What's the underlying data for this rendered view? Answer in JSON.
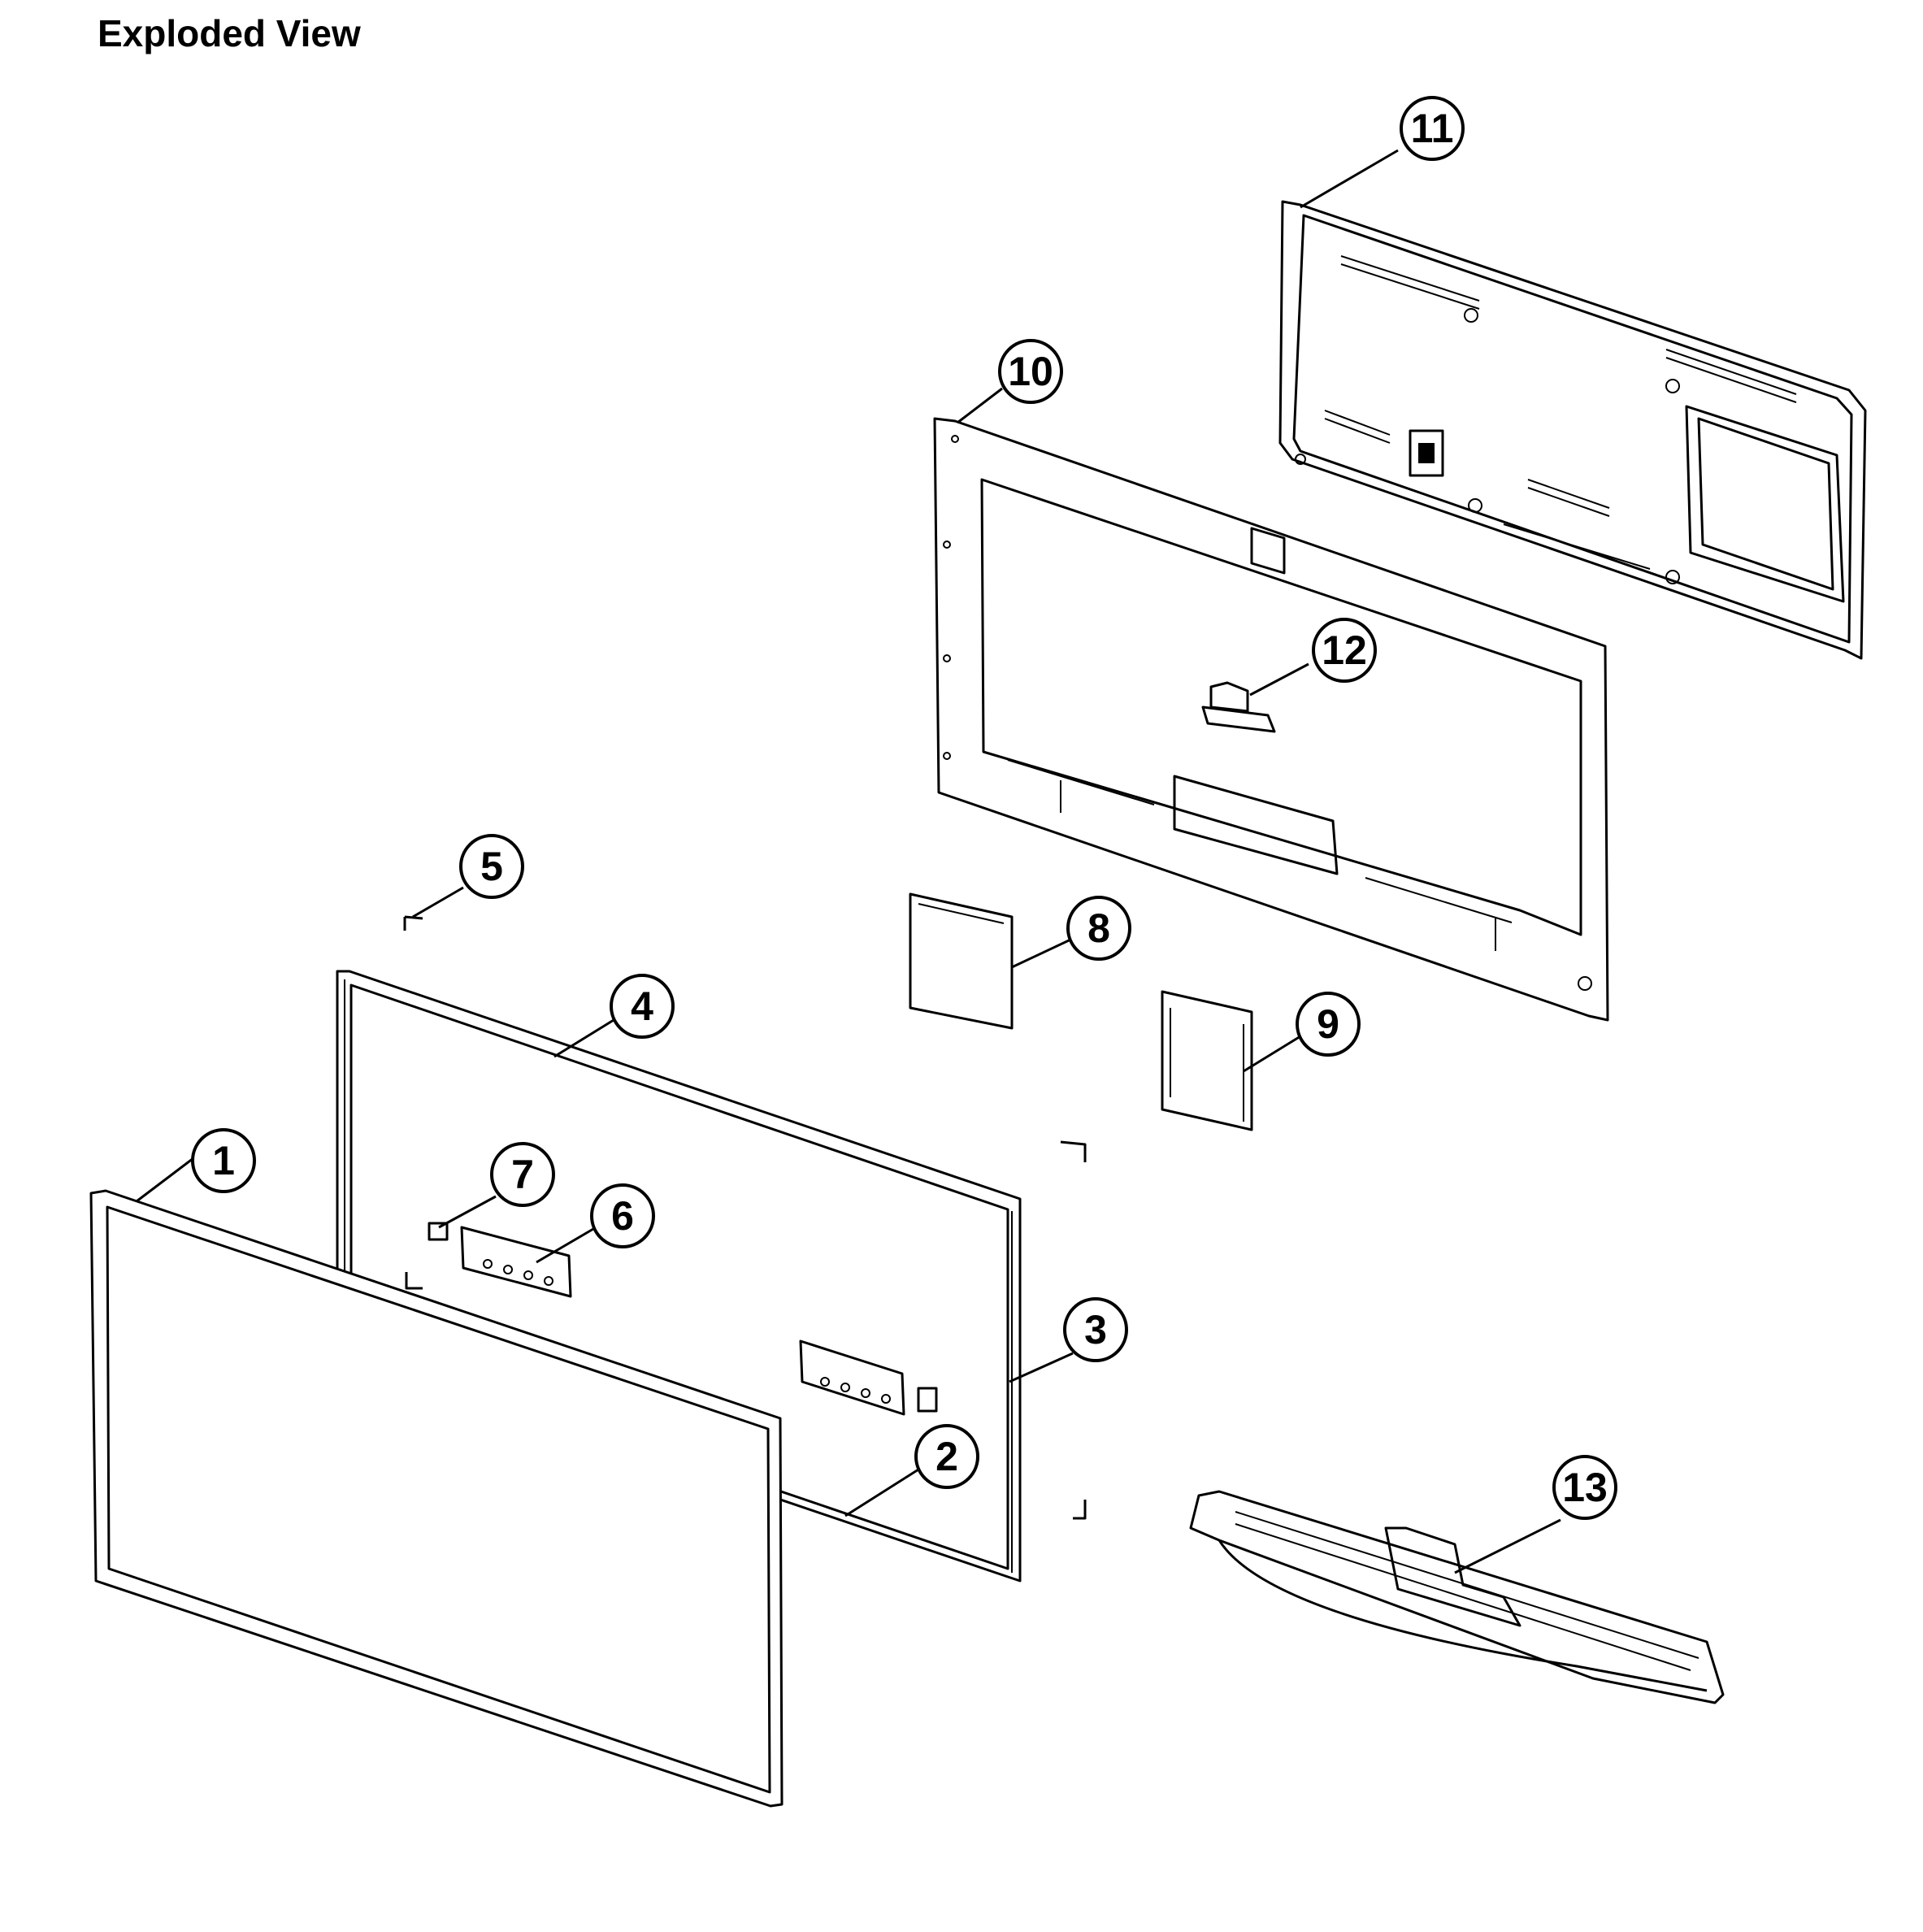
{
  "title": "Exploded View",
  "callouts": [
    {
      "id": "1",
      "label": "1",
      "part": "front-bezel"
    },
    {
      "id": "2",
      "label": "2",
      "part": "panel-frame-edge"
    },
    {
      "id": "3",
      "label": "3",
      "part": "lcd-panel-assembly"
    },
    {
      "id": "4",
      "label": "4",
      "part": "panel-frame"
    },
    {
      "id": "5",
      "label": "5",
      "part": "screw-bracket"
    },
    {
      "id": "6",
      "label": "6",
      "part": "function-board"
    },
    {
      "id": "7",
      "label": "7",
      "part": "ir-sensor"
    },
    {
      "id": "8",
      "label": "8",
      "part": "power-board"
    },
    {
      "id": "9",
      "label": "9",
      "part": "main-board"
    },
    {
      "id": "10",
      "label": "10",
      "part": "rear-chassis"
    },
    {
      "id": "11",
      "label": "11",
      "part": "back-cover"
    },
    {
      "id": "12",
      "label": "12",
      "part": "stand-bracket"
    },
    {
      "id": "13",
      "label": "13",
      "part": "stand-base"
    }
  ]
}
